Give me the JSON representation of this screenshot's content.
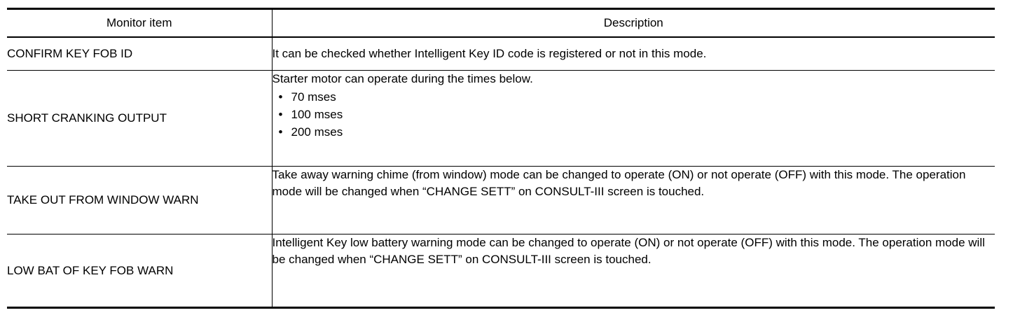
{
  "table": {
    "headers": {
      "monitor_item": "Monitor item",
      "description": "Description"
    },
    "rows": [
      {
        "item": "CONFIRM KEY FOB ID",
        "desc_lead": "It can be checked whether Intelligent Key ID code is registered or not in this mode.",
        "bullets": []
      },
      {
        "item": "SHORT CRANKING OUTPUT",
        "desc_lead": "Starter motor can operate during the times below.",
        "bullets": [
          "70 mses",
          "100 mses",
          "200 mses"
        ]
      },
      {
        "item": "TAKE OUT FROM WINDOW WARN",
        "desc_lead": "Take away warning chime (from window) mode can be changed to operate (ON) or not operate (OFF) with this mode. The operation mode will be changed when “CHANGE SETT” on CONSULT-III screen is touched.",
        "bullets": []
      },
      {
        "item": "LOW BAT OF KEY FOB WARN",
        "desc_lead": "Intelligent Key low battery warning mode can be changed to operate (ON) or not operate (OFF) with this mode. The operation mode will be changed when “CHANGE SETT” on CONSULT-III screen is touched.",
        "bullets": []
      }
    ],
    "bullet_glyph": "•",
    "colors": {
      "rule": "#000000",
      "text": "#000000",
      "background": "#ffffff"
    }
  }
}
